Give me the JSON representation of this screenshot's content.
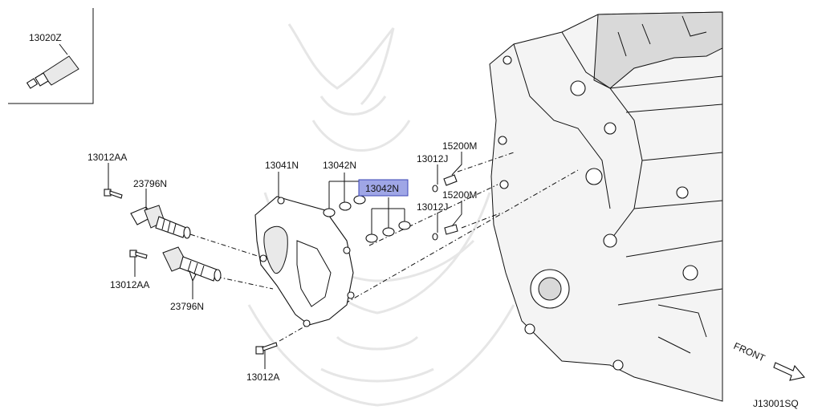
{
  "labels": {
    "kit_13020z": "13020Z",
    "bolt_top": "13012AA",
    "solenoid_top": "23796N",
    "bolt_mid": "13012AA",
    "solenoid_bottom": "23796N",
    "cover": "13041N",
    "seal_top": "13042N",
    "seal_highlight": "13042N",
    "plug_top": "15200M",
    "ring_top": "13012J",
    "plug_bottom": "15200M",
    "ring_bottom": "13012J",
    "bolt_bottom": "13012A",
    "front": "FRONT",
    "diagram_code": "J13001SQ"
  },
  "colors": {
    "highlight_fill": "#9fa6e6",
    "highlight_stroke": "#3b45b5",
    "line": "#111111"
  }
}
